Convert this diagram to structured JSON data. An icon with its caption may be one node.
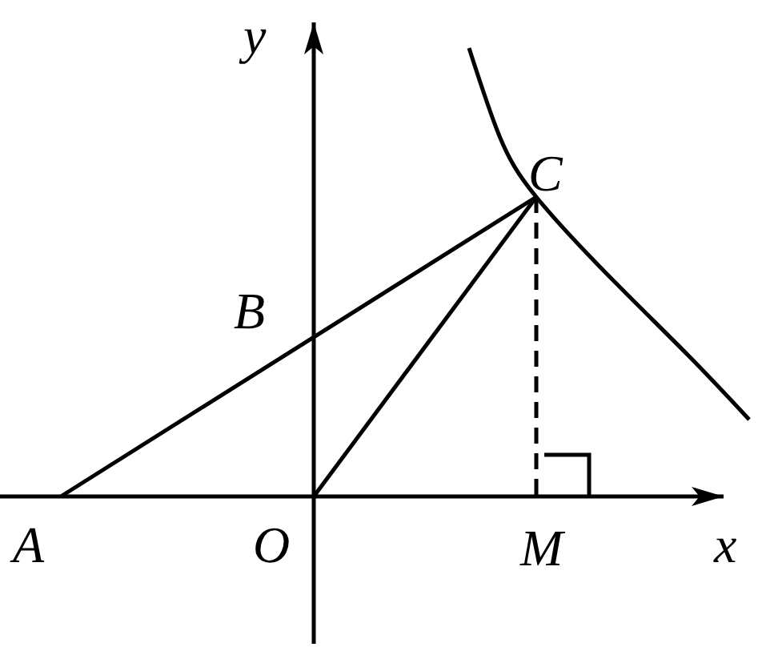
{
  "diagram": {
    "labels": [
      "y",
      "C",
      "B",
      "A",
      "O",
      "M",
      "x"
    ]
  }
}
